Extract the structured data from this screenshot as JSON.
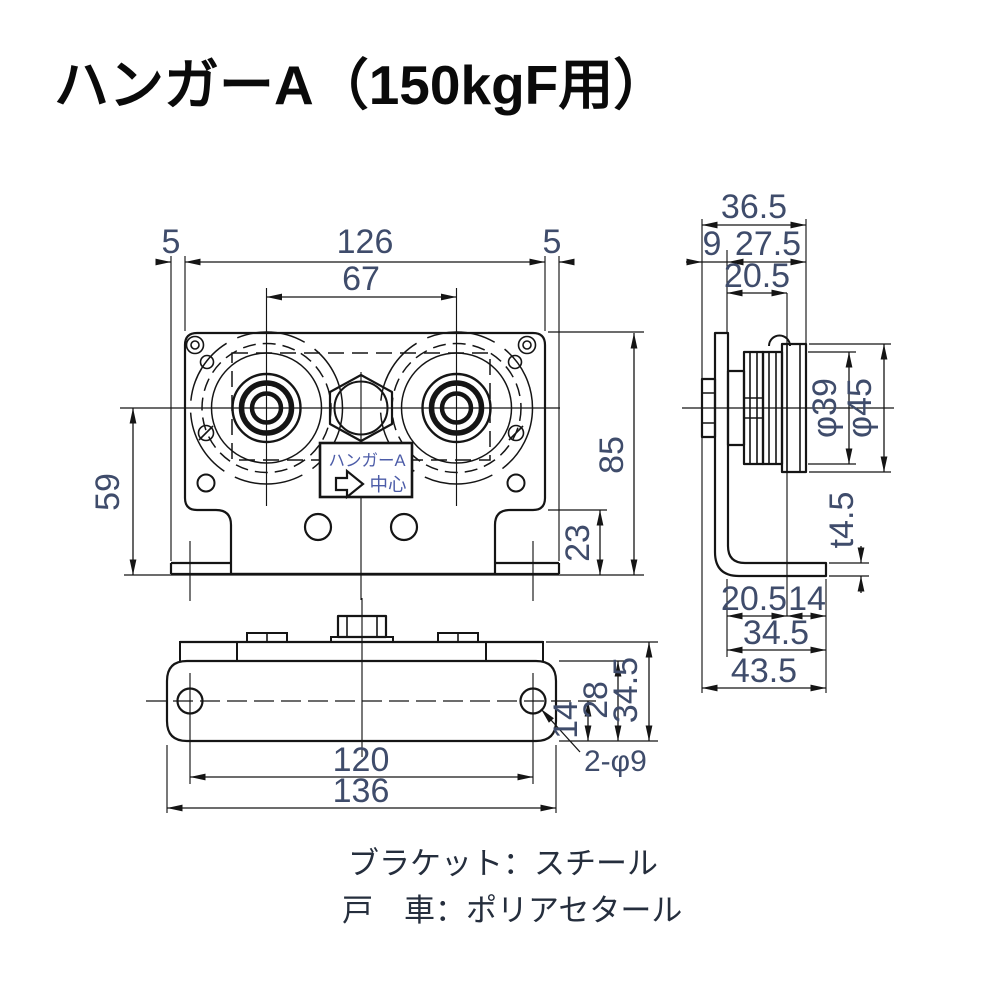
{
  "title": "ハンガーA（150kgF用）",
  "front_view": {
    "dim_left_foot": "5",
    "dim_width": "126",
    "dim_right_foot": "5",
    "dim_roller_pitch": "67",
    "dim_height": "85",
    "dim_center_height": "59",
    "dim_step_height": "23",
    "label_line1": "ハンガーA",
    "label_line2": "中心"
  },
  "side_view": {
    "dim_total_depth": "36.5",
    "dim_head_depth": "9",
    "dim_front_depth": "27.5",
    "dim_plate_to_groove": "20.5",
    "dim_tread_dia": "φ39",
    "dim_flange_dia": "φ45",
    "dim_plate_thickness": "t4.5",
    "dim_leg_rear": "20.5",
    "dim_leg_front": "14",
    "dim_leg_depth": "34.5",
    "dim_total_bottom_depth": "43.5"
  },
  "bottom_view": {
    "dim_hole_pitch": "120",
    "dim_total_width": "136",
    "dim_hole_to_edge": "14",
    "dim_body_depth": "28",
    "dim_total_depth": "34.5",
    "dim_holes": "2-φ9"
  },
  "notes": {
    "bracket_material": "ブラケット：スチール",
    "roller_material": "戸　車：ポリアセタール"
  },
  "colors": {
    "line": "#151515",
    "dimension_text": "#3f4c6b",
    "stamp_text": "#4c5ca8",
    "background": "#ffffff"
  }
}
